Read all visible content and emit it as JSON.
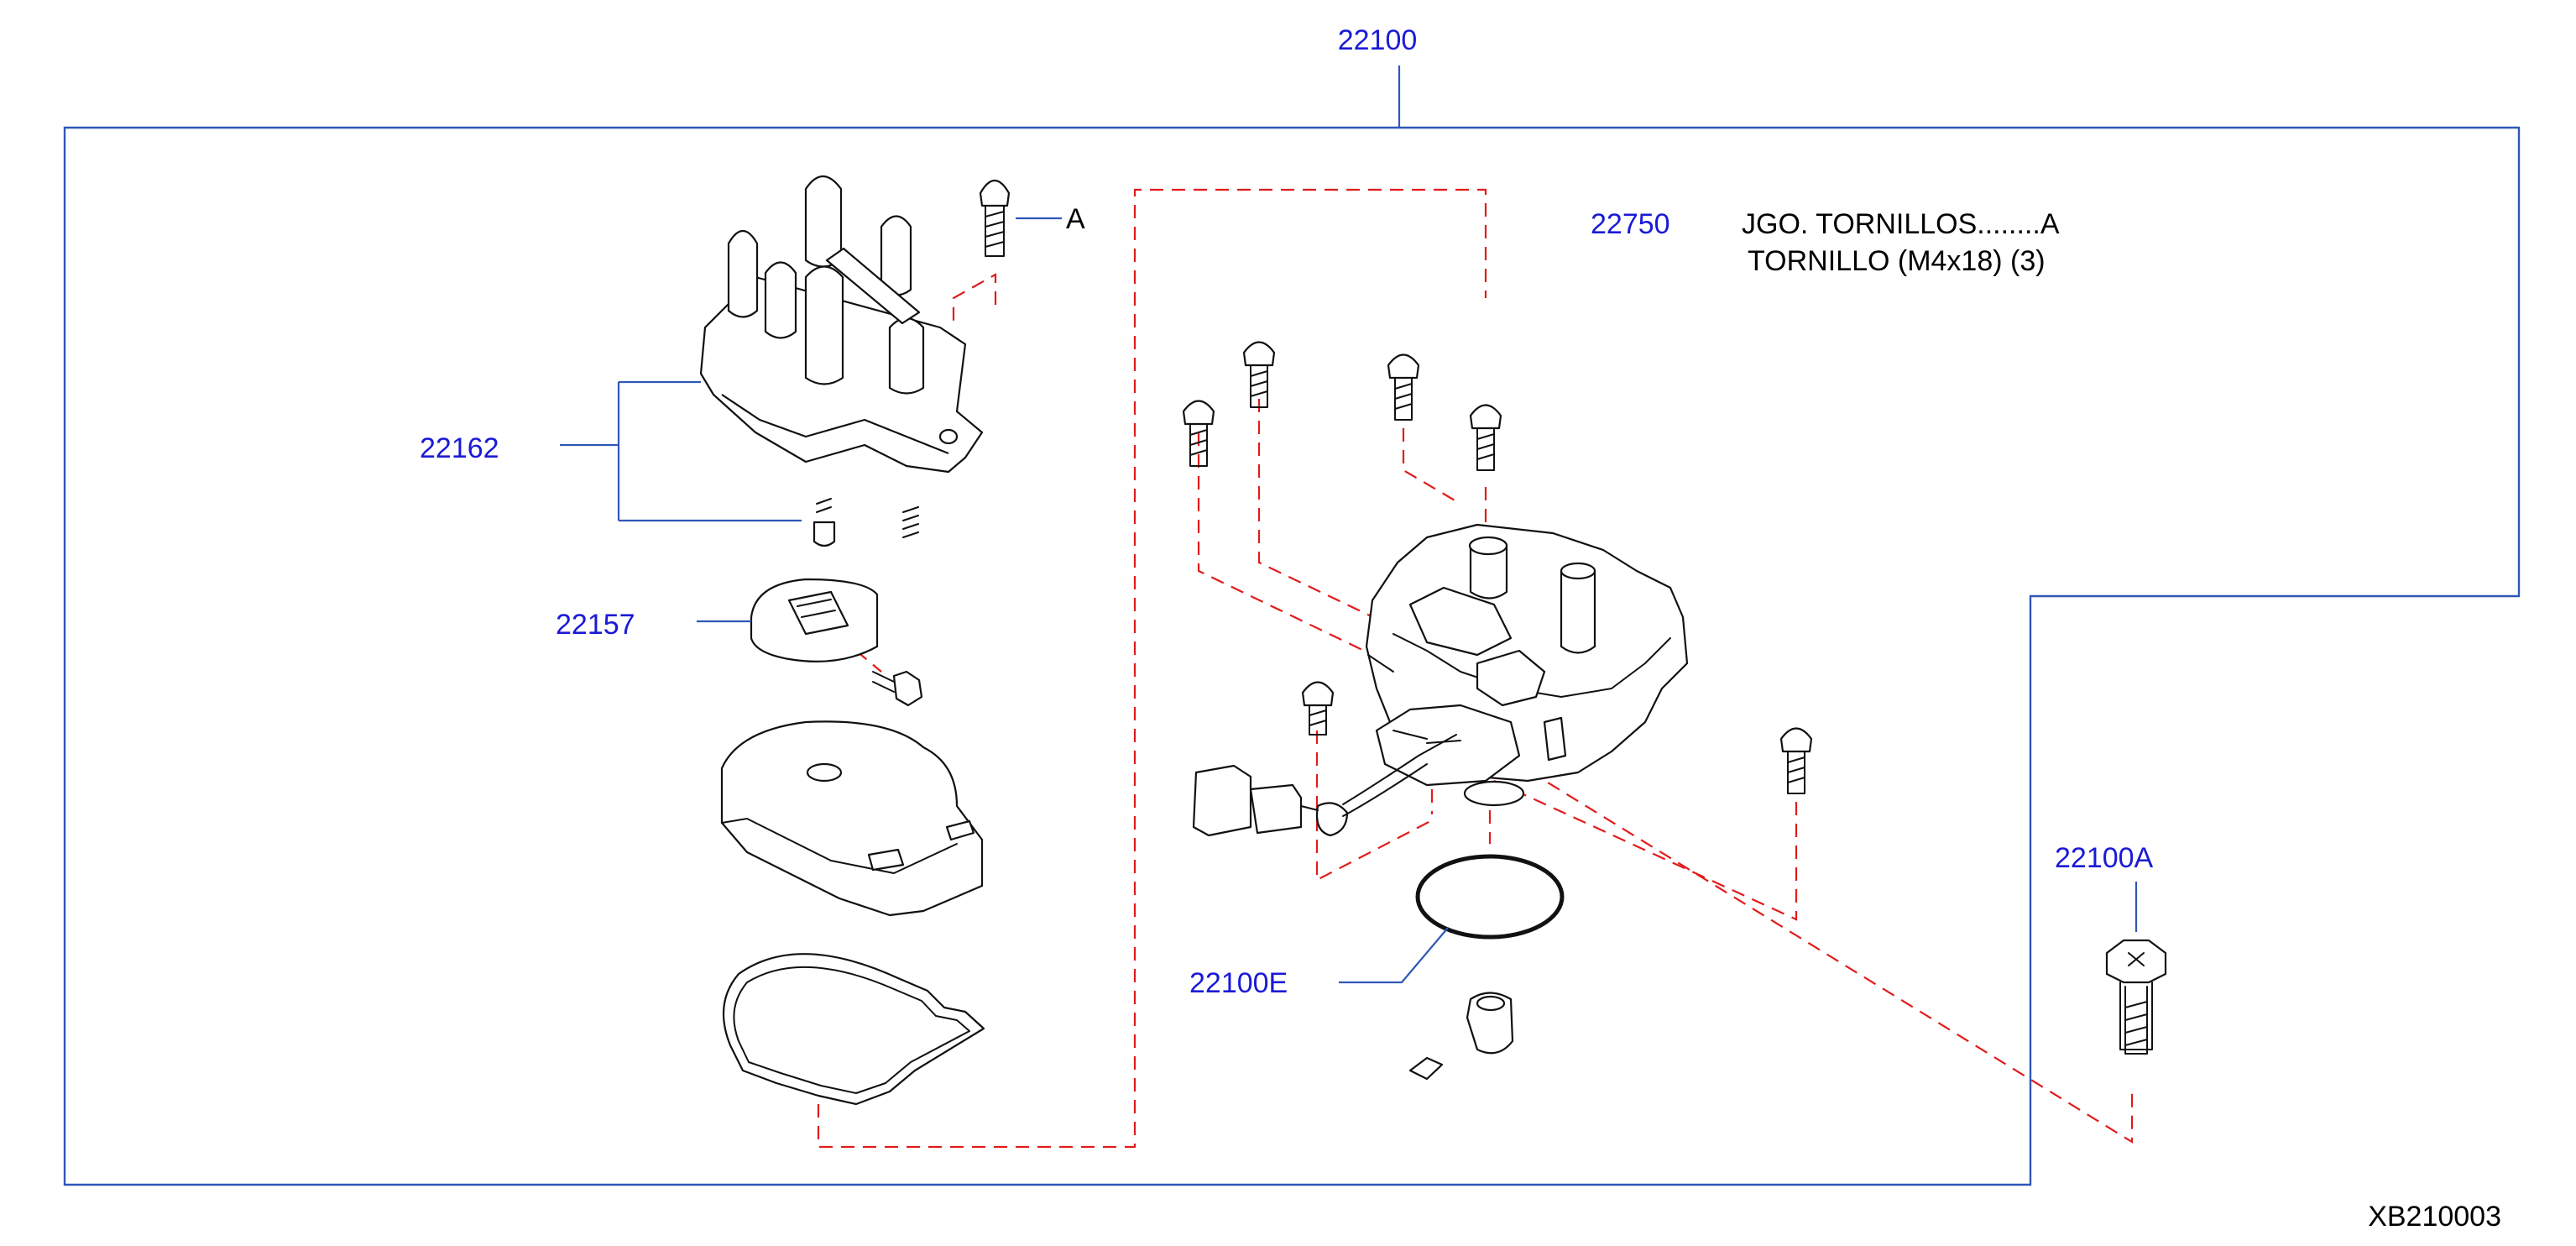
{
  "diagram": {
    "part_labels": {
      "assembly": "22100",
      "cap": "22162",
      "rotor": "22157",
      "screw_set": "22750",
      "o_ring": "22100E",
      "bolt": "22100A",
      "callout_a": "A"
    },
    "note": {
      "line1": "JGO.  TORNILLOS........A",
      "line2": "TORNILLO  (M4x18)   (3)"
    },
    "figure_code": "XB210003"
  },
  "colors": {
    "part_number": "#1a1ad6",
    "frame": "#2f57b8",
    "dashed_guide": "#e21b1b",
    "drawing": "#111111"
  }
}
